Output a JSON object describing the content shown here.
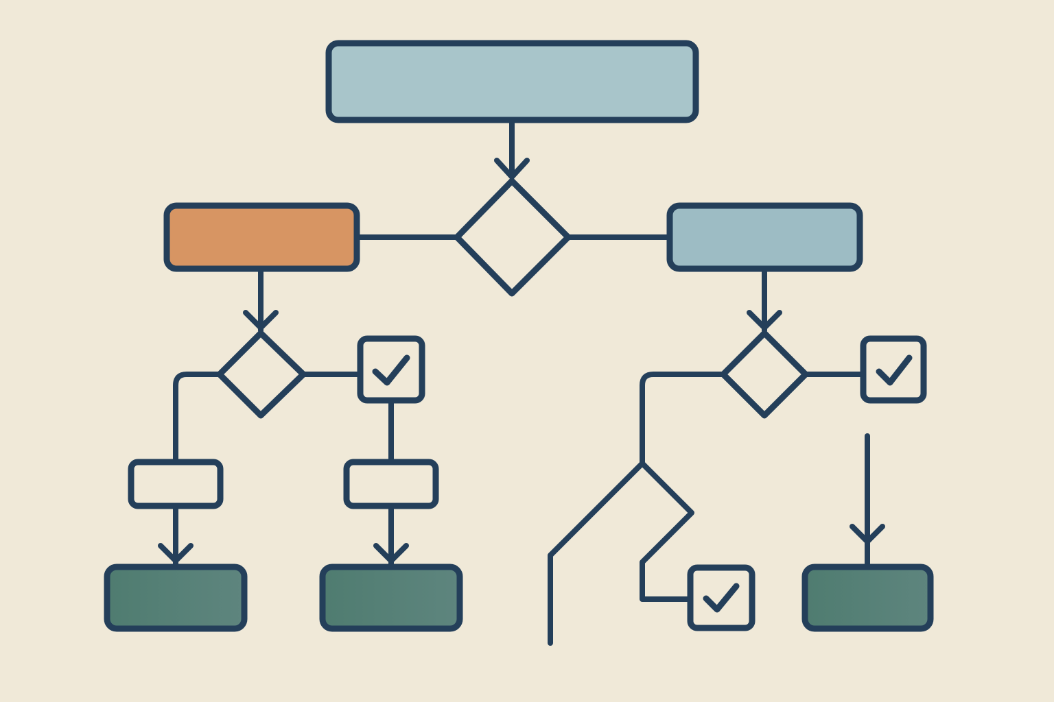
{
  "colors": {
    "background": "#f0e9d8",
    "stroke": "#243f5a",
    "start_fill": "#a8c5ca",
    "orange_fill": "#d79563",
    "blue_fill": "#9dbcc4",
    "green_fill": "#577f77",
    "empty_fill": "#f0e9d8"
  },
  "nodes": [
    {
      "name": "top-process-box",
      "kind": "process",
      "color": "start_fill"
    },
    {
      "name": "main-decision-diamond",
      "kind": "decision",
      "color": "empty_fill"
    },
    {
      "name": "left-orange-box",
      "kind": "process",
      "color": "orange_fill"
    },
    {
      "name": "right-blue-box",
      "kind": "process",
      "color": "blue_fill"
    },
    {
      "name": "left-decision-diamond",
      "kind": "decision",
      "color": "empty_fill"
    },
    {
      "name": "right-decision-diamond",
      "kind": "decision",
      "color": "empty_fill"
    },
    {
      "name": "left-check-box",
      "kind": "check",
      "icon": "checkmark-icon"
    },
    {
      "name": "right-check-box",
      "kind": "check",
      "icon": "checkmark-icon"
    },
    {
      "name": "bottom-check-box",
      "kind": "check",
      "icon": "checkmark-icon"
    },
    {
      "name": "small-box-left",
      "kind": "process",
      "color": "empty_fill"
    },
    {
      "name": "small-box-center",
      "kind": "process",
      "color": "empty_fill"
    },
    {
      "name": "green-box-1",
      "kind": "terminal",
      "color": "green_fill"
    },
    {
      "name": "green-box-2",
      "kind": "terminal",
      "color": "green_fill"
    },
    {
      "name": "green-box-3",
      "kind": "terminal",
      "color": "green_fill"
    }
  ]
}
